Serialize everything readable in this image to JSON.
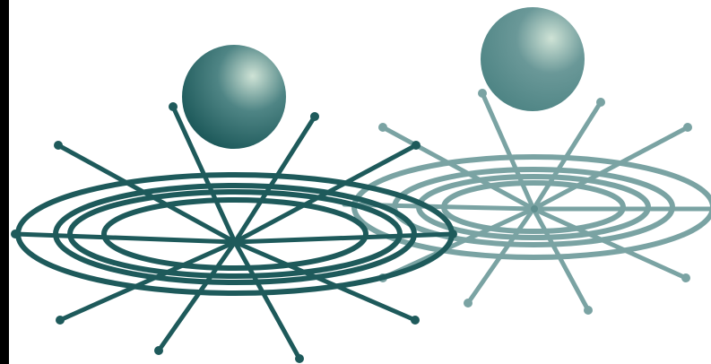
{
  "colors": {
    "background": "#ffffff",
    "border": "#000000",
    "primary": "#1e5a5b",
    "faded": "#7aa3a3",
    "sphere_highlight": "#cfe3d6",
    "sphere_base": "#1e5a5b",
    "sphere_faded_base": "#4f8585"
  },
  "figures": [
    {
      "name": "spherical-wave-front",
      "opacity": 1.0
    },
    {
      "name": "spherical-wave-back",
      "opacity": 0.6
    }
  ]
}
